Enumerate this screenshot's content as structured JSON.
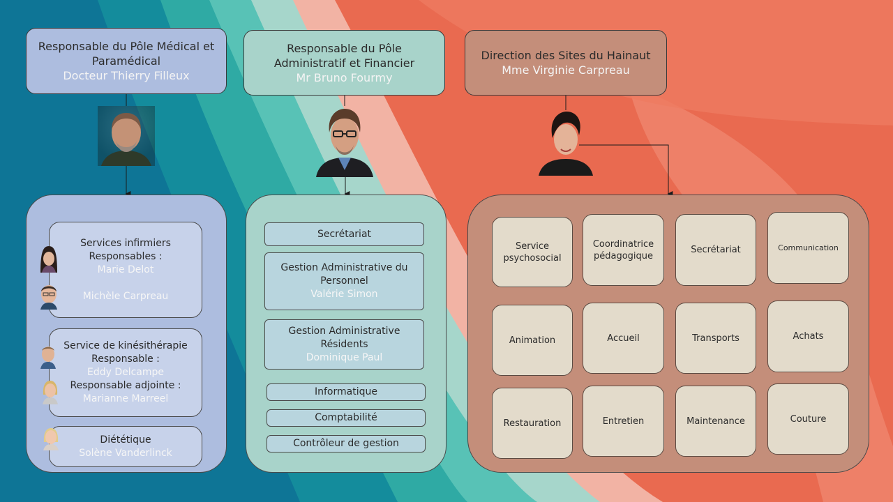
{
  "colors": {
    "medical": "#adbddf",
    "admin": "#a8d3ca",
    "direction": "#c48e7a",
    "service_card": "#e3dbcb"
  },
  "medical": {
    "header": {
      "title": "Responsable du Pôle Médical et Paramédical",
      "name": "Docteur Thierry Filleux"
    },
    "cards": [
      {
        "title": "Services infirmiers",
        "subtitle": "Responsables :",
        "names": [
          "Marie Delot",
          "Michèle Carpreau"
        ]
      },
      {
        "title": "Service de kinésithérapie",
        "subtitle": "Responsable :",
        "name1": "Eddy Delcampe",
        "subtitle2": "Responsable adjointe :",
        "name2": "Marianne Marreel"
      },
      {
        "title": "Diététique",
        "name": "Solène Vanderlinck"
      }
    ]
  },
  "admin": {
    "header": {
      "title": "Responsable du Pôle Administratif et Financier",
      "name": "Mr Bruno Fourmy"
    },
    "boxes": {
      "secretariat": "Secrétariat",
      "gestion_personnel": {
        "title": "Gestion Administrative du Personnel",
        "name": "Valérie Simon"
      },
      "gestion_residents": {
        "title": "Gestion Administrative Résidents",
        "name": "Dominique Paul"
      },
      "informatique": "Informatique",
      "comptabilite": "Comptabilité",
      "controleur": "Contrôleur de gestion"
    }
  },
  "direction": {
    "header": {
      "title": "Direction des Sites du Hainaut",
      "name": "Mme Virginie Carpreau"
    },
    "services": [
      "Service psychosocial",
      "Coordinatrice pédagogique",
      "Secrétariat",
      "Communication",
      "Animation",
      "Accueil",
      "Transports",
      "Achats",
      "Restauration",
      "Entretien",
      "Maintenance",
      "Couture"
    ]
  }
}
